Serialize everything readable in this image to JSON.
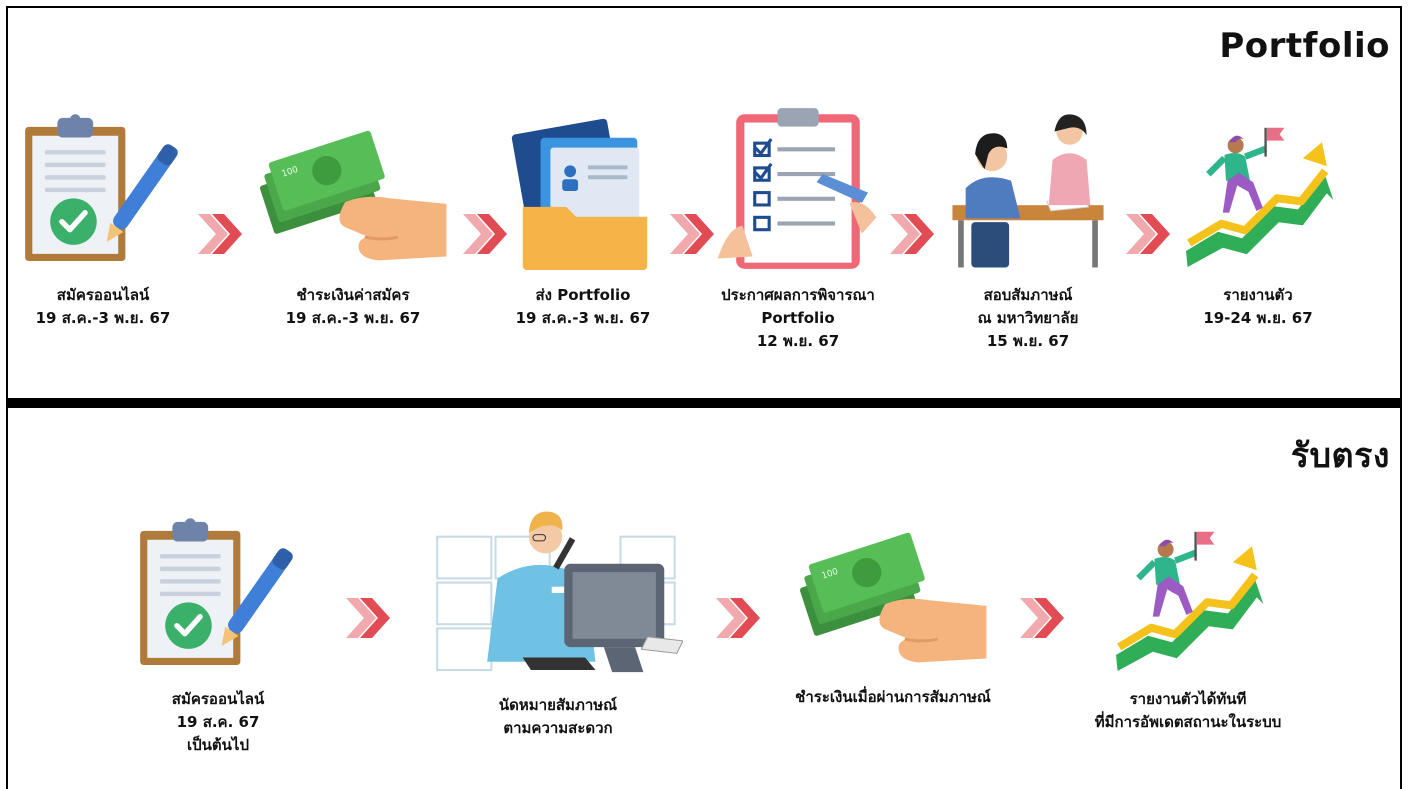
{
  "portfolio": {
    "title": "Portfolio",
    "steps": [
      {
        "icon": "clipboard-check-icon",
        "lines": [
          "สมัครออนไลน์",
          "19 ส.ค.-3 พ.ย. 67"
        ]
      },
      {
        "icon": "money-hand-icon",
        "lines": [
          "ชำระเงินค่าสมัคร",
          "19 ส.ค.-3 พ.ย. 67"
        ]
      },
      {
        "icon": "folder-icon",
        "lines": [
          "ส่ง Portfolio",
          "19 ส.ค.-3 พ.ย. 67"
        ]
      },
      {
        "icon": "checklist-icon",
        "lines": [
          "ประกาศผลการพิจารณา",
          "Portfolio",
          "12 พ.ย. 67"
        ]
      },
      {
        "icon": "interview-icon",
        "lines": [
          "สอบสัมภาษณ์",
          "ณ มหาวิทยาลัย",
          "15 พ.ย. 67"
        ]
      },
      {
        "icon": "success-climb-icon",
        "lines": [
          "รายงานตัว",
          "19-24 พ.ย. 67"
        ]
      }
    ]
  },
  "direct": {
    "title": "รับตรง",
    "steps": [
      {
        "icon": "clipboard-check-icon",
        "lines": [
          "สมัครออนไลน์",
          "19 ส.ค. 67",
          "เป็นต้นไป"
        ]
      },
      {
        "icon": "phone-appointment-icon",
        "lines": [
          "นัดหมายสัมภาษณ์",
          "ตามความสะดวก"
        ]
      },
      {
        "icon": "money-hand-icon",
        "lines": [
          "ชำระเงินเมื่อผ่านการสัมภาษณ์"
        ]
      },
      {
        "icon": "success-climb-icon",
        "lines": [
          "รายงานตัวได้ทันที",
          "ที่มีการอัพเดตสถานะในระบบ"
        ]
      }
    ]
  },
  "colors": {
    "chevron": "#e14b53",
    "chevron_light": "#f2a9ad",
    "accent_green": "#3ab06a"
  }
}
